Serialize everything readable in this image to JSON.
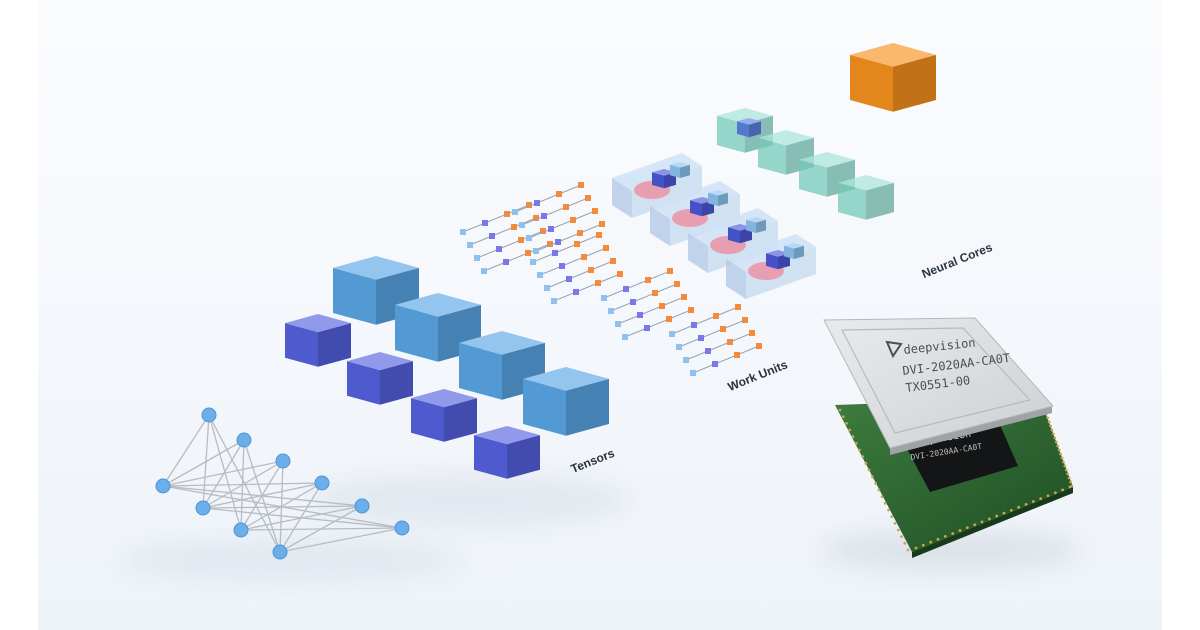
{
  "labels": {
    "tensors": "Tensors",
    "work_units": "Work Units",
    "neural_cores": "Neural Cores"
  },
  "chip": {
    "brand": "deepvision",
    "top_line1": "DVI-2020AA-CA0T",
    "top_line2": "TX0551-00",
    "die_brand": "deepvision",
    "die_line": "DVI-2020AA-CA0T"
  },
  "colors": {
    "tensor_blue": "#5aa6e6",
    "tensor_indigo": "#5562e0",
    "work_orange": "#f48a3a",
    "core_teal": "#7fd9c8",
    "core_orange": "#f7921e",
    "pcb_green": "#2f6a33"
  }
}
